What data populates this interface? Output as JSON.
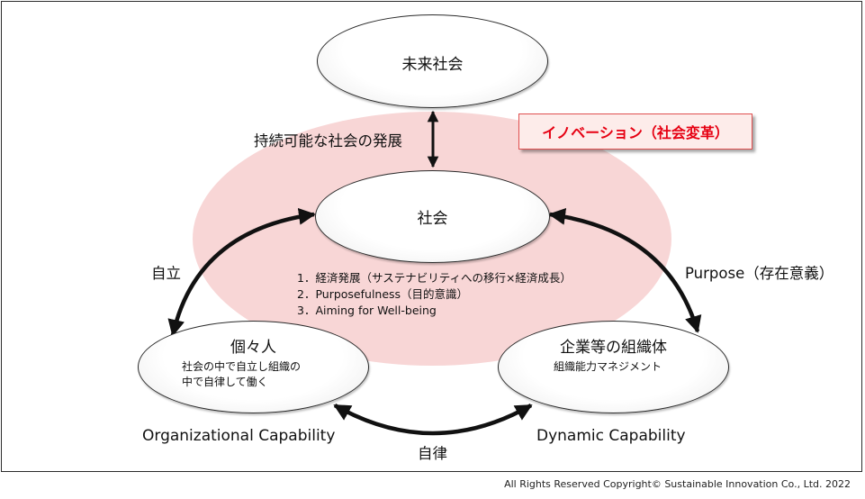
{
  "nodes": {
    "future_society": {
      "label": "未来社会"
    },
    "society": {
      "label": "社会"
    },
    "individual": {
      "label": "個々人",
      "desc": [
        "社会の中で自立し組織の",
        "中で自律して働く"
      ]
    },
    "organization": {
      "label": "企業等の組織体",
      "desc": [
        "組織能力マネジメント"
      ]
    }
  },
  "edges": {
    "future_society_society": "持続可能な社会の発展",
    "society_individual": "自立",
    "society_organization": "Purpose（存在意義）",
    "individual_organization": "自律"
  },
  "capabilities": {
    "individual": "Organizational Capability",
    "organization": "Dynamic Capability"
  },
  "innovation_box": "イノベーション（社会変革）",
  "society_list": [
    "1．経済発展（サステナビリティへの移行×経済成長）",
    "2．Purposefulness（目的意識）",
    "3．Aiming for Well-being"
  ],
  "copyright": "All Rights Reserved Copyright© Sustainable Innovation Co., Ltd.  2022",
  "colors": {
    "halo": "#f8d6d6",
    "innovation_text": "#e60012",
    "innovation_border": "#e05050"
  }
}
